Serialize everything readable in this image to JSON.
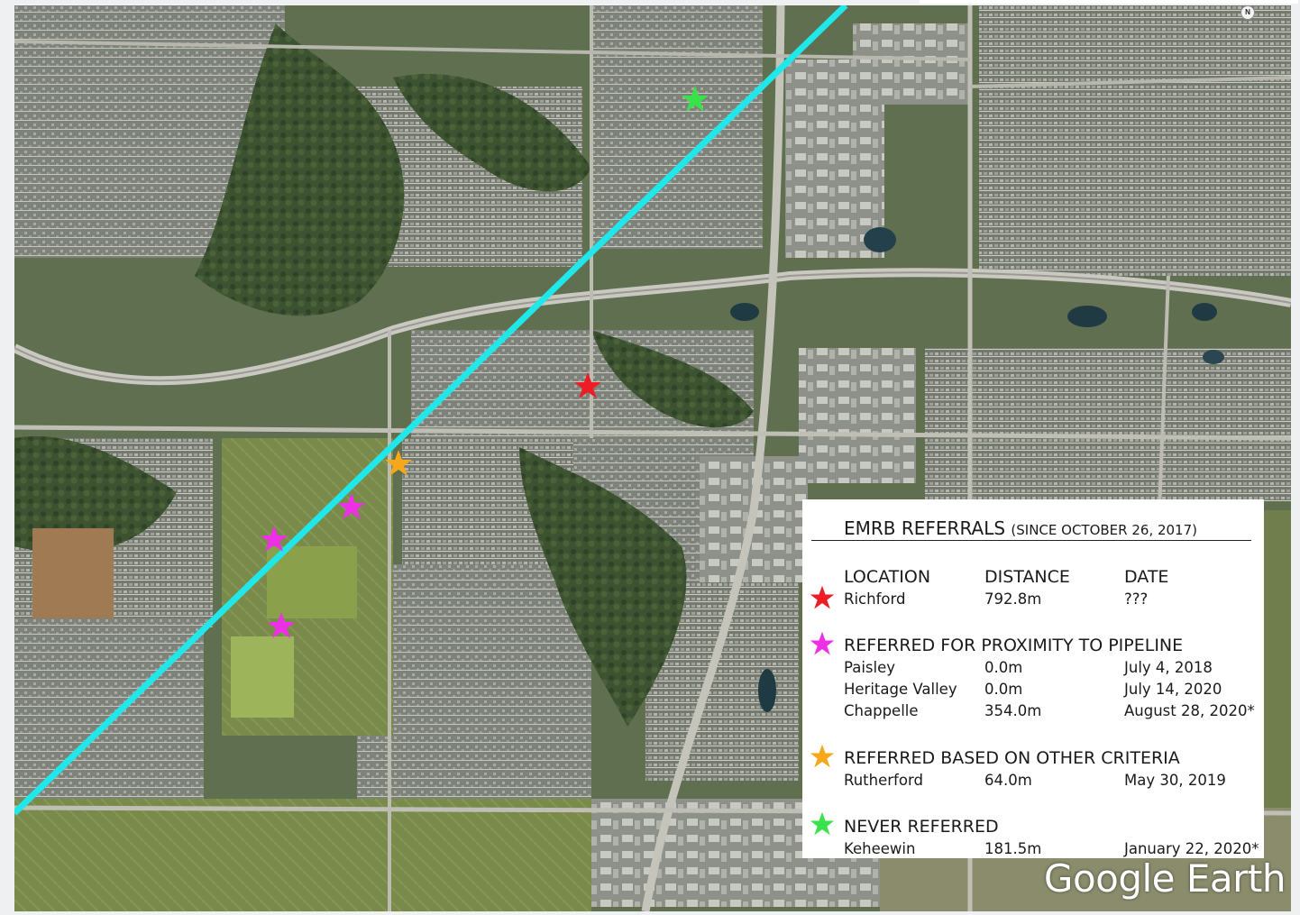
{
  "map": {
    "attribution": "Google Earth",
    "north_marker": "N",
    "pipeline_color": "#1fe7ea",
    "markers": [
      {
        "name": "Keheewin",
        "category": "never_referred"
      },
      {
        "name": "Richford",
        "category": "richford"
      },
      {
        "name": "Rutherford",
        "category": "other_criteria"
      },
      {
        "name": "Paisley",
        "category": "proximity"
      },
      {
        "name": "Heritage Valley",
        "category": "proximity"
      },
      {
        "name": "Chappelle",
        "category": "proximity"
      }
    ]
  },
  "colors": {
    "richford": "#ee1c24",
    "proximity": "#ee2fe6",
    "other_criteria": "#f5a81c",
    "never_referred": "#39e24a"
  },
  "legend": {
    "title": "EMRB REFERRALS",
    "subtitle": "(SINCE OCTOBER 26, 2017)",
    "columns": {
      "location": "LOCATION",
      "distance": "DISTANCE",
      "date": "DATE"
    },
    "richford": {
      "location": "Richford",
      "distance": "792.8m",
      "date": "???"
    },
    "proximity": {
      "heading": "REFERRED FOR PROXIMITY TO PIPELINE",
      "rows": [
        {
          "location": "Paisley",
          "distance": "0.0m",
          "date": "July 4, 2018"
        },
        {
          "location": "Heritage Valley",
          "distance": "0.0m",
          "date": "July 14, 2020"
        },
        {
          "location": "Chappelle",
          "distance": "354.0m",
          "date": "August 28, 2020*"
        }
      ]
    },
    "other": {
      "heading": "REFERRED BASED ON OTHER CRITERIA",
      "rows": [
        {
          "location": "Rutherford",
          "distance": "64.0m",
          "date": "May 30, 2019"
        }
      ]
    },
    "never": {
      "heading": "NEVER REFERRED",
      "rows": [
        {
          "location": "Keheewin",
          "distance": "181.5m",
          "date": "January 22, 2020*"
        }
      ]
    }
  }
}
